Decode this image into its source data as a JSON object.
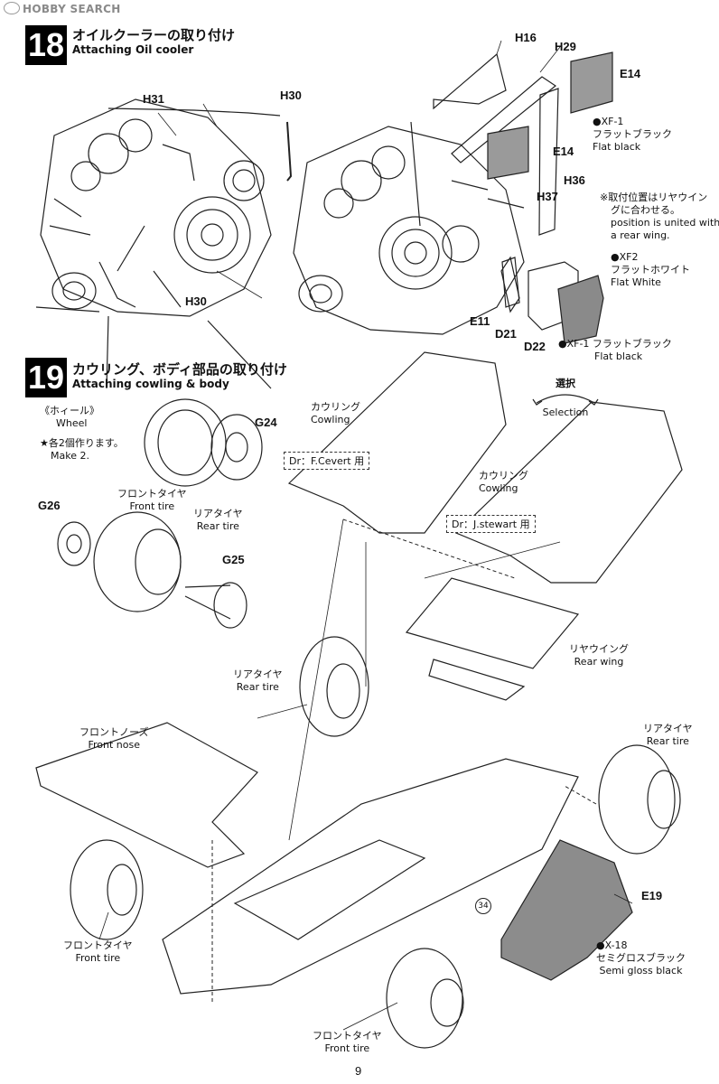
{
  "watermark": "HOBBY SEARCH",
  "step18": {
    "number": "18",
    "title_jp": "オイルクーラーの取り付け",
    "title_en": "Attaching Oil cooler",
    "parts": {
      "h16": "H16",
      "h29": "H29",
      "e14a": "E14",
      "e14b": "E14",
      "h31": "H31",
      "h30a": "H30",
      "h30b": "H30",
      "h36": "H36",
      "h37": "H37",
      "e11": "E11",
      "d21": "D21",
      "d22": "D22"
    },
    "paint_xf1": [
      "●XF-1",
      "フラットブラック",
      "Flat black"
    ],
    "note": [
      "※取付位置はリヤウイン",
      "グに合わせる。",
      "position is united with",
      "a rear wing."
    ],
    "paint_xf2": [
      "●XF2",
      "フラットホワイト",
      "Flat White"
    ],
    "paint_d22": [
      "●XF-1 フラットブラック",
      "Flat black"
    ]
  },
  "step19": {
    "number": "19",
    "title_jp": "カウリング、ボディ部品の取り付け",
    "title_en": "Attaching cowling & body",
    "wheel_jp": "《ホィール》",
    "wheel_en": "Wheel",
    "make_jp": "★各2個作ります。",
    "make_en": "Make 2.",
    "g24": "G24",
    "g26": "G26",
    "g25": "G25",
    "e19": "E19",
    "front_tire": [
      "フロントタイヤ",
      "Front tire"
    ],
    "rear_tire": [
      "リアタイヤ",
      "Rear tire"
    ],
    "cowling1": [
      "カウリング",
      "Cowling"
    ],
    "cowling2": [
      "カウリング",
      "Cowling"
    ],
    "dr1": "Dr：F.Cevert 用",
    "dr2": "Dr：J.stewart 用",
    "selection": [
      "選択",
      "Selection"
    ],
    "rear_wing": [
      "リヤウイング",
      "Rear wing"
    ],
    "rear_tire_l": [
      "リアタイヤ",
      "Rear tire"
    ],
    "rear_tire_r": [
      "リアタイヤ",
      "Rear tire"
    ],
    "front_nose": [
      "フロントノーズ",
      "Front nose"
    ],
    "front_tire_l": [
      "フロントタイヤ",
      "Front tire"
    ],
    "front_tire_b": [
      "フロントタイヤ",
      "Front tire"
    ],
    "x18": [
      "●X-18",
      "セミグロスブラック",
      "Semi gloss black"
    ],
    "circle_num": "34"
  },
  "page_number": "9"
}
